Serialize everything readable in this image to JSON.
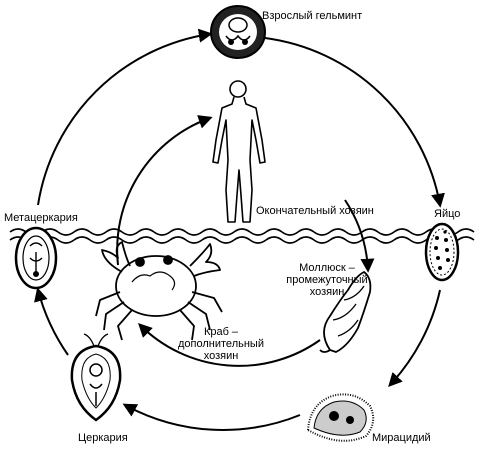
{
  "diagram": {
    "stages": {
      "adult": "Взрослый гельминт",
      "egg": "Яйцо",
      "miracidium": "Мирацидий",
      "cercaria": "Церкария",
      "metacercaria": "Метацеркария"
    },
    "hosts": {
      "definitive": "Окончательный хозяин",
      "intermediate": [
        "Моллюск –",
        "промежуточный",
        "хозяин"
      ],
      "additional": [
        "Краб –",
        "дополнительный",
        "хозяин"
      ]
    },
    "icons": {
      "adult": "adult-fluke-icon",
      "egg": "egg-icon",
      "miracidium": "miracidium-icon",
      "cercaria": "cercaria-icon",
      "metacercaria": "metacercaria-icon",
      "human": "human-figure-icon",
      "snail": "snail-icon",
      "crab": "crab-icon"
    },
    "colors": {
      "ink": "#000000",
      "paper": "#ffffff"
    }
  }
}
